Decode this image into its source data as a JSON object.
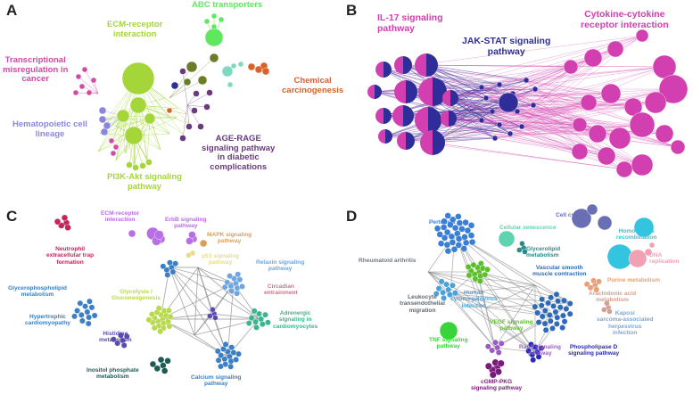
{
  "panels": {
    "A": {
      "letter": "A",
      "labels": {
        "ecm": "ECM-receptor\ninteraction",
        "abc": "ABC transporters",
        "transcriptional": "Transcriptional\nmisregulation in\ncancer",
        "chemical": "Chemical\ncarcinogenesis",
        "hematopoietic": "Hematopoietic cell\nlineage",
        "age_rage": "AGE-RAGE\nsignaling pathway\nin diabetic\ncomplications",
        "pi3k": "PI3K-Akt signaling\npathway"
      },
      "colors": {
        "ecm": "#a4d63a",
        "abc": "#5fe85f",
        "transcriptional": "#d04aa8",
        "chemical": "#d9622b",
        "hematopoietic": "#8a86e0",
        "age_rage": "#6a3a7e",
        "pi3k": "#a4d63a",
        "olive": "#6b7d2a",
        "teal": "#7fd9c0",
        "navy": "#2f2f9c"
      }
    },
    "B": {
      "letter": "B",
      "labels": {
        "il17": "IL-17 signaling\npathway",
        "jak": "JAK-STAT signaling\npathway",
        "cytokine": "Cytokine-cytokine\nreceptor interaction"
      },
      "colors": {
        "il17": "#d23fb0",
        "jak": "#2e2d9a",
        "cytokine": "#d23fb0"
      }
    },
    "C": {
      "letter": "C",
      "labels": {
        "ecm": "ECM-receptor\ninteraction",
        "erbb": "ErbB signaling\npathway",
        "mapk": "MAPK signaling\npathway",
        "p53": "p53 signaling\npathway",
        "neutrophil": "Neutrophil\nextracellular trap\nformation",
        "relaxin": "Relaxin signaling\npathway",
        "circadian": "Circadian\nentrainment",
        "glycolysis": "Glycolysis /\nGluconeogenesis",
        "glycerophospholipid": "Glycerophospholipid\nmetabolism",
        "hypertrophic": "Hypertrophic\ncardiomyopathy",
        "histidine": "Histidine\nmetabolism",
        "adrenergic": "Adrenergic\nsignaling in\ncardiomyocytes",
        "inositol": "Inositol phosphate\nmetabolism",
        "calcium": "Calcium signaling\npathway"
      },
      "colors": {
        "ecm": "#b86fe6",
        "erbb": "#b86fe6",
        "mapk": "#d9a05a",
        "p53": "#e7dc8a",
        "neutrophil": "#c2275c",
        "relaxin": "#6fa6e0",
        "circadian": "#c27a8a",
        "glycolysis": "#b7d94a",
        "glycerophospholipid": "#3b7fc4",
        "hypertrophic": "#3b7fc4",
        "histidine": "#5a4bb0",
        "adrenergic": "#3bb58f",
        "inositol": "#1e5a56",
        "calcium": "#3b7fc4"
      }
    },
    "D": {
      "letter": "D",
      "labels": {
        "pertussis": "Pertussis",
        "cellular": "Cellular senescence",
        "cellcycle": "Cell cycle",
        "homologous": "Homologous\nrecombination",
        "glycerolipid": "Glycerolipid\nmetabolism",
        "rheumatoid": "Rheumatoid arthritis",
        "dna": "DNA replication",
        "purine": "Purine metabolism",
        "vascular": "Vascular smooth\nmuscle contraction",
        "leukocyte": "Leukocyte\ntransendothelial\nmigration",
        "hcmv": "Human\ncytomegalovirus\ninfection",
        "arachidonic": "Arachidonic acid\nmetabolism",
        "kaposi": "Kaposi\nsarcoma-associated\nherpesvirus\ninfection",
        "vegf": "VEGF signaling\npathway",
        "tnf": "TNF signaling\npathway",
        "rap1": "Rap1 signaling\npathway",
        "pld": "Phospholipase D\nsignaling pathway",
        "cgmp": "cGMP-PKG\nsignaling pathway"
      },
      "colors": {
        "pertussis": "#3b7fd4",
        "cellular": "#5fd3b0",
        "cellcycle": "#6a6fb4",
        "homologous": "#33c4e0",
        "glycerolipid": "#2a8a8a",
        "rheumatoid": "#6a7a8a",
        "dna": "#f2a0b4",
        "purine": "#e8a07a",
        "vascular": "#2f6ab6",
        "leukocyte": "#606a72",
        "hcmv": "#4aa0d8",
        "arachidonic": "#d0a090",
        "kaposi": "#7aa8d8",
        "vegf": "#5bbf2a",
        "tnf": "#3ad43a",
        "rap1": "#9a5cc4",
        "pld": "#2a2ab8",
        "cgmp": "#7a1a7a"
      }
    }
  }
}
